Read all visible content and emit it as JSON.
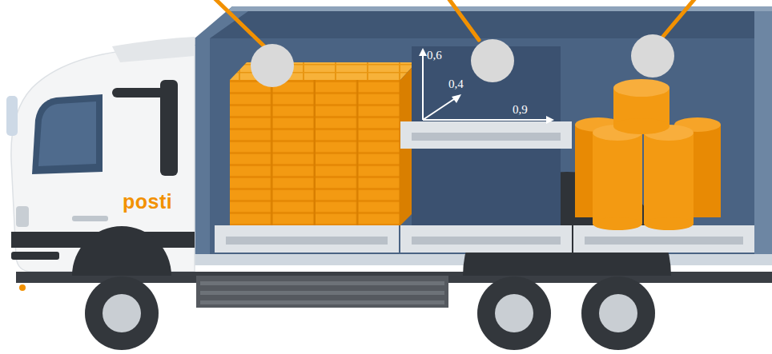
{
  "diagram": {
    "labels": [
      "0,6",
      "0,4",
      "0,9",
      "posti"
    ]
  }
}
